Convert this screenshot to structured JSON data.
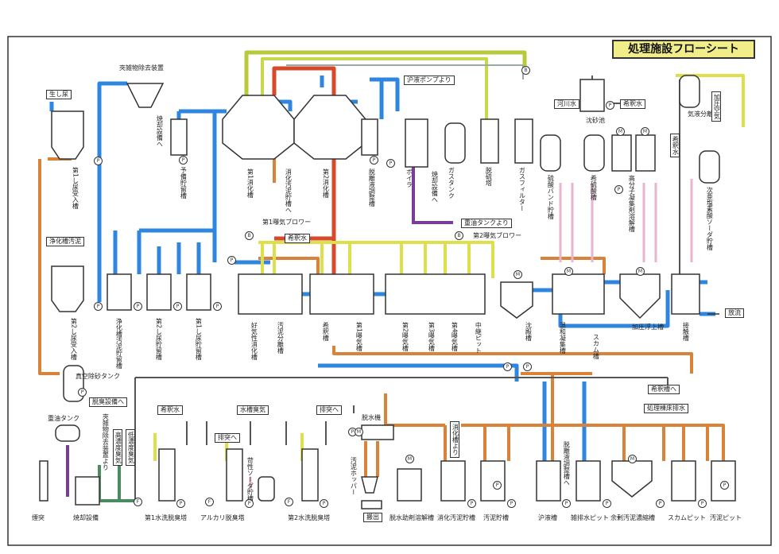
{
  "title": "処理施設フローシート",
  "colors": {
    "sludge": "#d9823a",
    "water": "#2e86de",
    "gas": "#d64a2b",
    "air": "#e1e35b",
    "chem": "#e8b4cf",
    "oil": "#7a3c9b",
    "deodor": "#4a8b5f",
    "dark": "#555555"
  },
  "labels": {
    "t_namanyou": "生し尿",
    "t_kyozatsu": "夾雑物除去装置",
    "t_shokyaku1": "焼却設備へ",
    "t_dai1uke": "第1し尿受入槽",
    "t_yobi": "予備貯留槽",
    "t_dai1shoka": "第1消化槽",
    "t_shokaosui": "消化汚泥貯槽へ",
    "t_dai2shoka": "第2消化槽",
    "t_datsuri": "脱離液調整槽",
    "t_pump": "沪液ポンプより",
    "t_boiler": "ボイラ",
    "t_gastank": "ガスタンク",
    "t_datsuryu": "脱硫塔",
    "t_gasfilter": "ガスフィルター",
    "t_shokyaku2": "焼却設備へ",
    "t_juyu": "重油タンクより",
    "t_kasen": "河川水",
    "t_chinsa": "沈砂池",
    "t_kishaku": "希釈水",
    "t_ryusan": "硫酸バンド貯槽",
    "t_kiryusan": "希硫酸槽",
    "t_kobunshi": "高分子凝集剤溶解槽",
    "t_kieki": "気液分離槽",
    "t_kaatsu": "加圧空気",
    "t_kishaku2": "希釈水",
    "t_jiaen": "次亜塩素酸ソーダ貯槽",
    "t_blower1": "第1曝気ブロワー",
    "t_blower2": "第2曝気ブロワー",
    "t_kishakusui": "希釈水",
    "t_johka": "浄化槽汚泥",
    "t_dai2uke": "第2し尿受入槽",
    "t_johkachozou": "浄化槽汚泥貯留槽",
    "t_dai2chozou": "第2し尿貯留槽",
    "t_dai1chozou": "第1し尿貯留槽",
    "t_kokishoka": "好気性消化槽",
    "t_osuibunri": "汚泥分離槽",
    "t_kishakuso": "希釈槽",
    "t_dai1bakki": "第1曝気槽",
    "t_dai2bakki": "第2曝気槽",
    "t_dai3bakki": "第3曝気槽",
    "t_dai4bakki": "第4曝気槽",
    "t_chukan": "中継ピット",
    "t_chinden": "沈殿槽",
    "t_kongo": "混和凝集槽",
    "t_sukamu": "スカム槽",
    "t_kaatsufujo": "加圧浮上槽",
    "t_sesshoku": "接触槽",
    "t_horyu": "放流",
    "t_shinku": "真空除砂タンク",
    "t_dasshu1": "脱臭設備へ",
    "t_kishakusohe": "希釈槽へ",
    "t_shorito": "処理棟床排水",
    "t_juyutank": "重油タンク",
    "t_kyozatsu2": "夾雑物除去装置より",
    "t_konodo": "高濃度臭気",
    "t_teinodo": "低濃度臭気",
    "t_kishakusui2": "希釈水",
    "t_suisoshu": "水槽臭気",
    "t_haikiA": "排突へ",
    "t_haikiB": "排突へ",
    "t_kasei": "苛性ソーダ貯槽",
    "t_dassuiki": "脱水機",
    "t_osuihopper": "汚泥ホッパー",
    "t_shokaosui2": "消化槽より",
    "t_datsuri2": "脱離液調整槽へ",
    "t_entotsu": "煙突",
    "t_shokyakusetsubi": "焼却設備",
    "t_dai1suisen": "第1水洗脱臭塔",
    "t_alkali": "アルカリ脱臭塔",
    "t_dai2suisen": "第2水洗脱臭塔",
    "t_hanshutsu": "搬出",
    "t_dassuijozai": "脱水助剤溶解槽",
    "t_shokaosuichozou": "消化汚泥貯槽",
    "t_osuichozou": "汚泥貯槽",
    "t_roeki": "沪液槽",
    "t_zatsuhai": "雑排水ピット",
    "t_yojou": "余剰汚泥濃縮槽",
    "t_sukamupit": "スカムピット",
    "t_osuipit": "汚泥ピット"
  },
  "markers": {
    "p": "P",
    "m": "M",
    "b": "B",
    "f": "F"
  }
}
